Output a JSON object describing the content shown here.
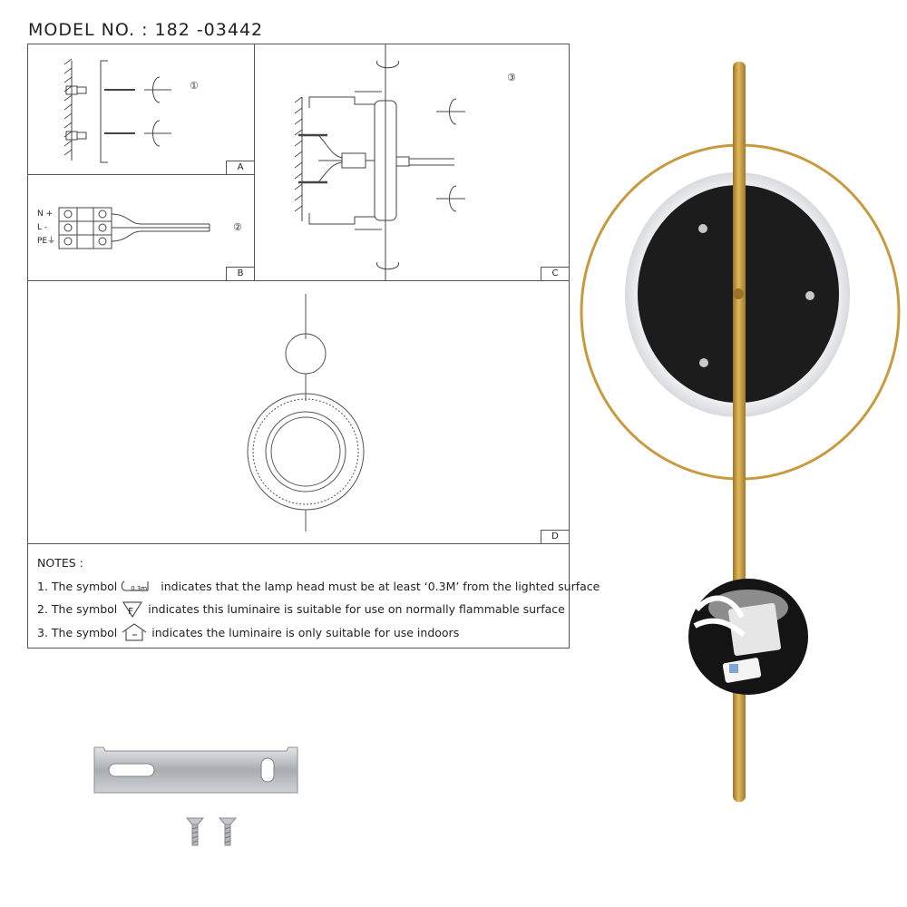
{
  "model_label": "MODEL NO. : 182 -03442",
  "panels": {
    "a": {
      "tag": "A",
      "step": "①"
    },
    "b": {
      "tag": "B",
      "step": "②",
      "terminals": [
        "N +",
        "L -",
        "PE⏚"
      ]
    },
    "c": {
      "tag": "C",
      "step": "③"
    },
    "d": {
      "tag": "D"
    }
  },
  "notes": {
    "heading": "NOTES :",
    "items": [
      {
        "prefix": "1. The symbol",
        "symbol_text": "0.3m",
        "text": "indicates that the lamp head must be at least ‘0.3M’ from the lighted surface"
      },
      {
        "prefix": "2. The symbol",
        "symbol_text": "F",
        "text": "indicates this luminaire is suitable for use on normally flammable surface"
      },
      {
        "prefix": "3. The symbol",
        "symbol_text": "",
        "text": "indicates the luminaire is only suitable for use indoors"
      }
    ]
  },
  "colors": {
    "brass": "#c89a3c",
    "black": "#1c1c1c",
    "steel": "#b9bdc2",
    "line": "#555555"
  }
}
